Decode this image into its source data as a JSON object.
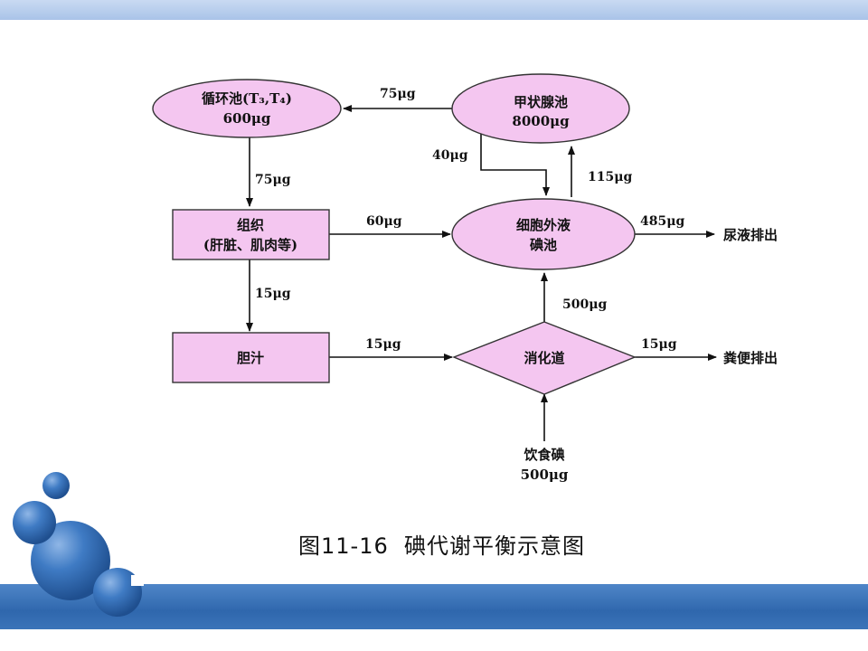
{
  "nodes": {
    "circulation_pool": {
      "line1": "循环池(T₃,T₄)",
      "line2": "600μg"
    },
    "thyroid_pool": {
      "line1": "甲状腺池",
      "line2": "8000μg"
    },
    "tissue": {
      "line1": "组织",
      "line2": "(肝脏、肌肉等)"
    },
    "ecf_pool": {
      "line1": "细胞外液",
      "line2": "碘池"
    },
    "bile": {
      "label": "胆汁"
    },
    "digestive_tract": {
      "label": "消化道"
    },
    "urine_output": {
      "label": "尿液排出"
    },
    "feces_output": {
      "label": "粪便排出"
    },
    "dietary_iodine": {
      "line1": "饮食碘",
      "line2": "500μg"
    }
  },
  "edges": {
    "thyroid_to_circulation": "75μg",
    "ecf_to_thyroid": "40μg",
    "thyroid_to_ecf": "115μg",
    "circulation_to_tissue": "75μg",
    "tissue_to_ecf": "60μg",
    "ecf_to_urine": "485μg",
    "tissue_to_bile": "15μg",
    "digestive_to_ecf": "500μg",
    "bile_to_digestive": "15μg",
    "digestive_to_feces": "15μg"
  },
  "caption": "图11-16  碘代谢平衡示意图",
  "colors": {
    "node_fill": "#f4c6f0",
    "node_stroke": "#333333",
    "top_band": "#b3cbec",
    "bottom_band": "#3a72b8",
    "bubble": "#3d78c2"
  }
}
